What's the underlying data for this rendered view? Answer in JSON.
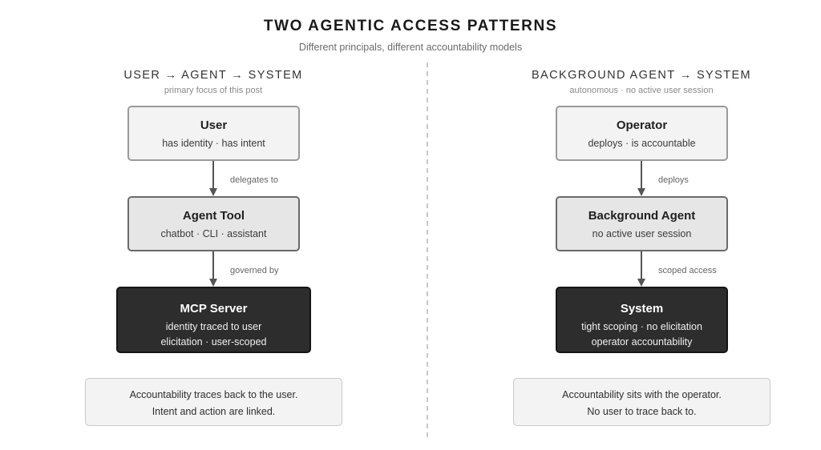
{
  "title": "TWO AGENTIC ACCESS PATTERNS",
  "subtitle": "Different principals, different accountability models",
  "left": {
    "heading": "USER → AGENT → SYSTEM",
    "subheading": "primary focus of this post",
    "nodes": [
      {
        "name": "User",
        "lines": [
          "has identity · has intent"
        ]
      },
      {
        "name": "Agent Tool",
        "lines": [
          "chatbot · CLI · assistant"
        ]
      },
      {
        "name": "MCP Server",
        "lines": [
          "identity traced to user",
          "elicitation · user-scoped"
        ]
      }
    ],
    "edges": [
      "delegates to",
      "governed by"
    ],
    "note": [
      "Accountability traces back to the user.",
      "Intent and action are linked."
    ]
  },
  "right": {
    "heading": "BACKGROUND AGENT → SYSTEM",
    "subheading": "autonomous · no active user session",
    "nodes": [
      {
        "name": "Operator",
        "lines": [
          "deploys · is accountable"
        ]
      },
      {
        "name": "Background Agent",
        "lines": [
          "no active user session"
        ]
      },
      {
        "name": "System",
        "lines": [
          "tight scoping · no elicitation",
          "operator accountability"
        ]
      }
    ],
    "edges": [
      "deploys",
      "scoped access"
    ],
    "note": [
      "Accountability sits with the operator.",
      "No user to trace back to."
    ]
  },
  "colors": {
    "dark_node": "#2d2d2d",
    "mid_node": "#e6e6e6",
    "light_node": "#f3f3f3",
    "arrow": "#555555",
    "divider": "#c8c8c8"
  }
}
